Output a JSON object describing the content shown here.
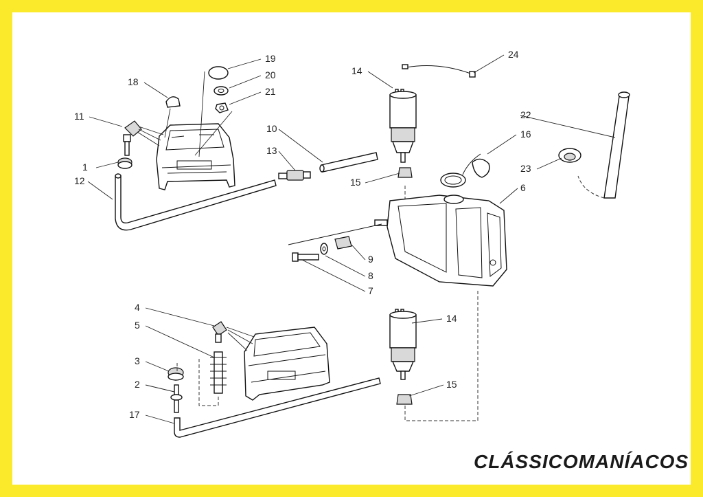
{
  "watermark": "CLÁSSICOMANÍACOS",
  "colors": {
    "frame": "#fbea2b",
    "sheet": "#ffffff",
    "ink": "#111111"
  },
  "callouts": {
    "c1": "1",
    "c2": "2",
    "c3": "3",
    "c4": "4",
    "c5": "5",
    "c6": "6",
    "c7": "7",
    "c8": "8",
    "c9": "9",
    "c10": "10",
    "c11": "11",
    "c12": "12",
    "c13": "13",
    "c14a": "14",
    "c14b": "14",
    "c15a": "15",
    "c15b": "15",
    "c16": "16",
    "c17": "17",
    "c18": "18",
    "c19": "19",
    "c20": "20",
    "c21": "21",
    "c22": "22",
    "c23": "23",
    "c24": "24"
  }
}
